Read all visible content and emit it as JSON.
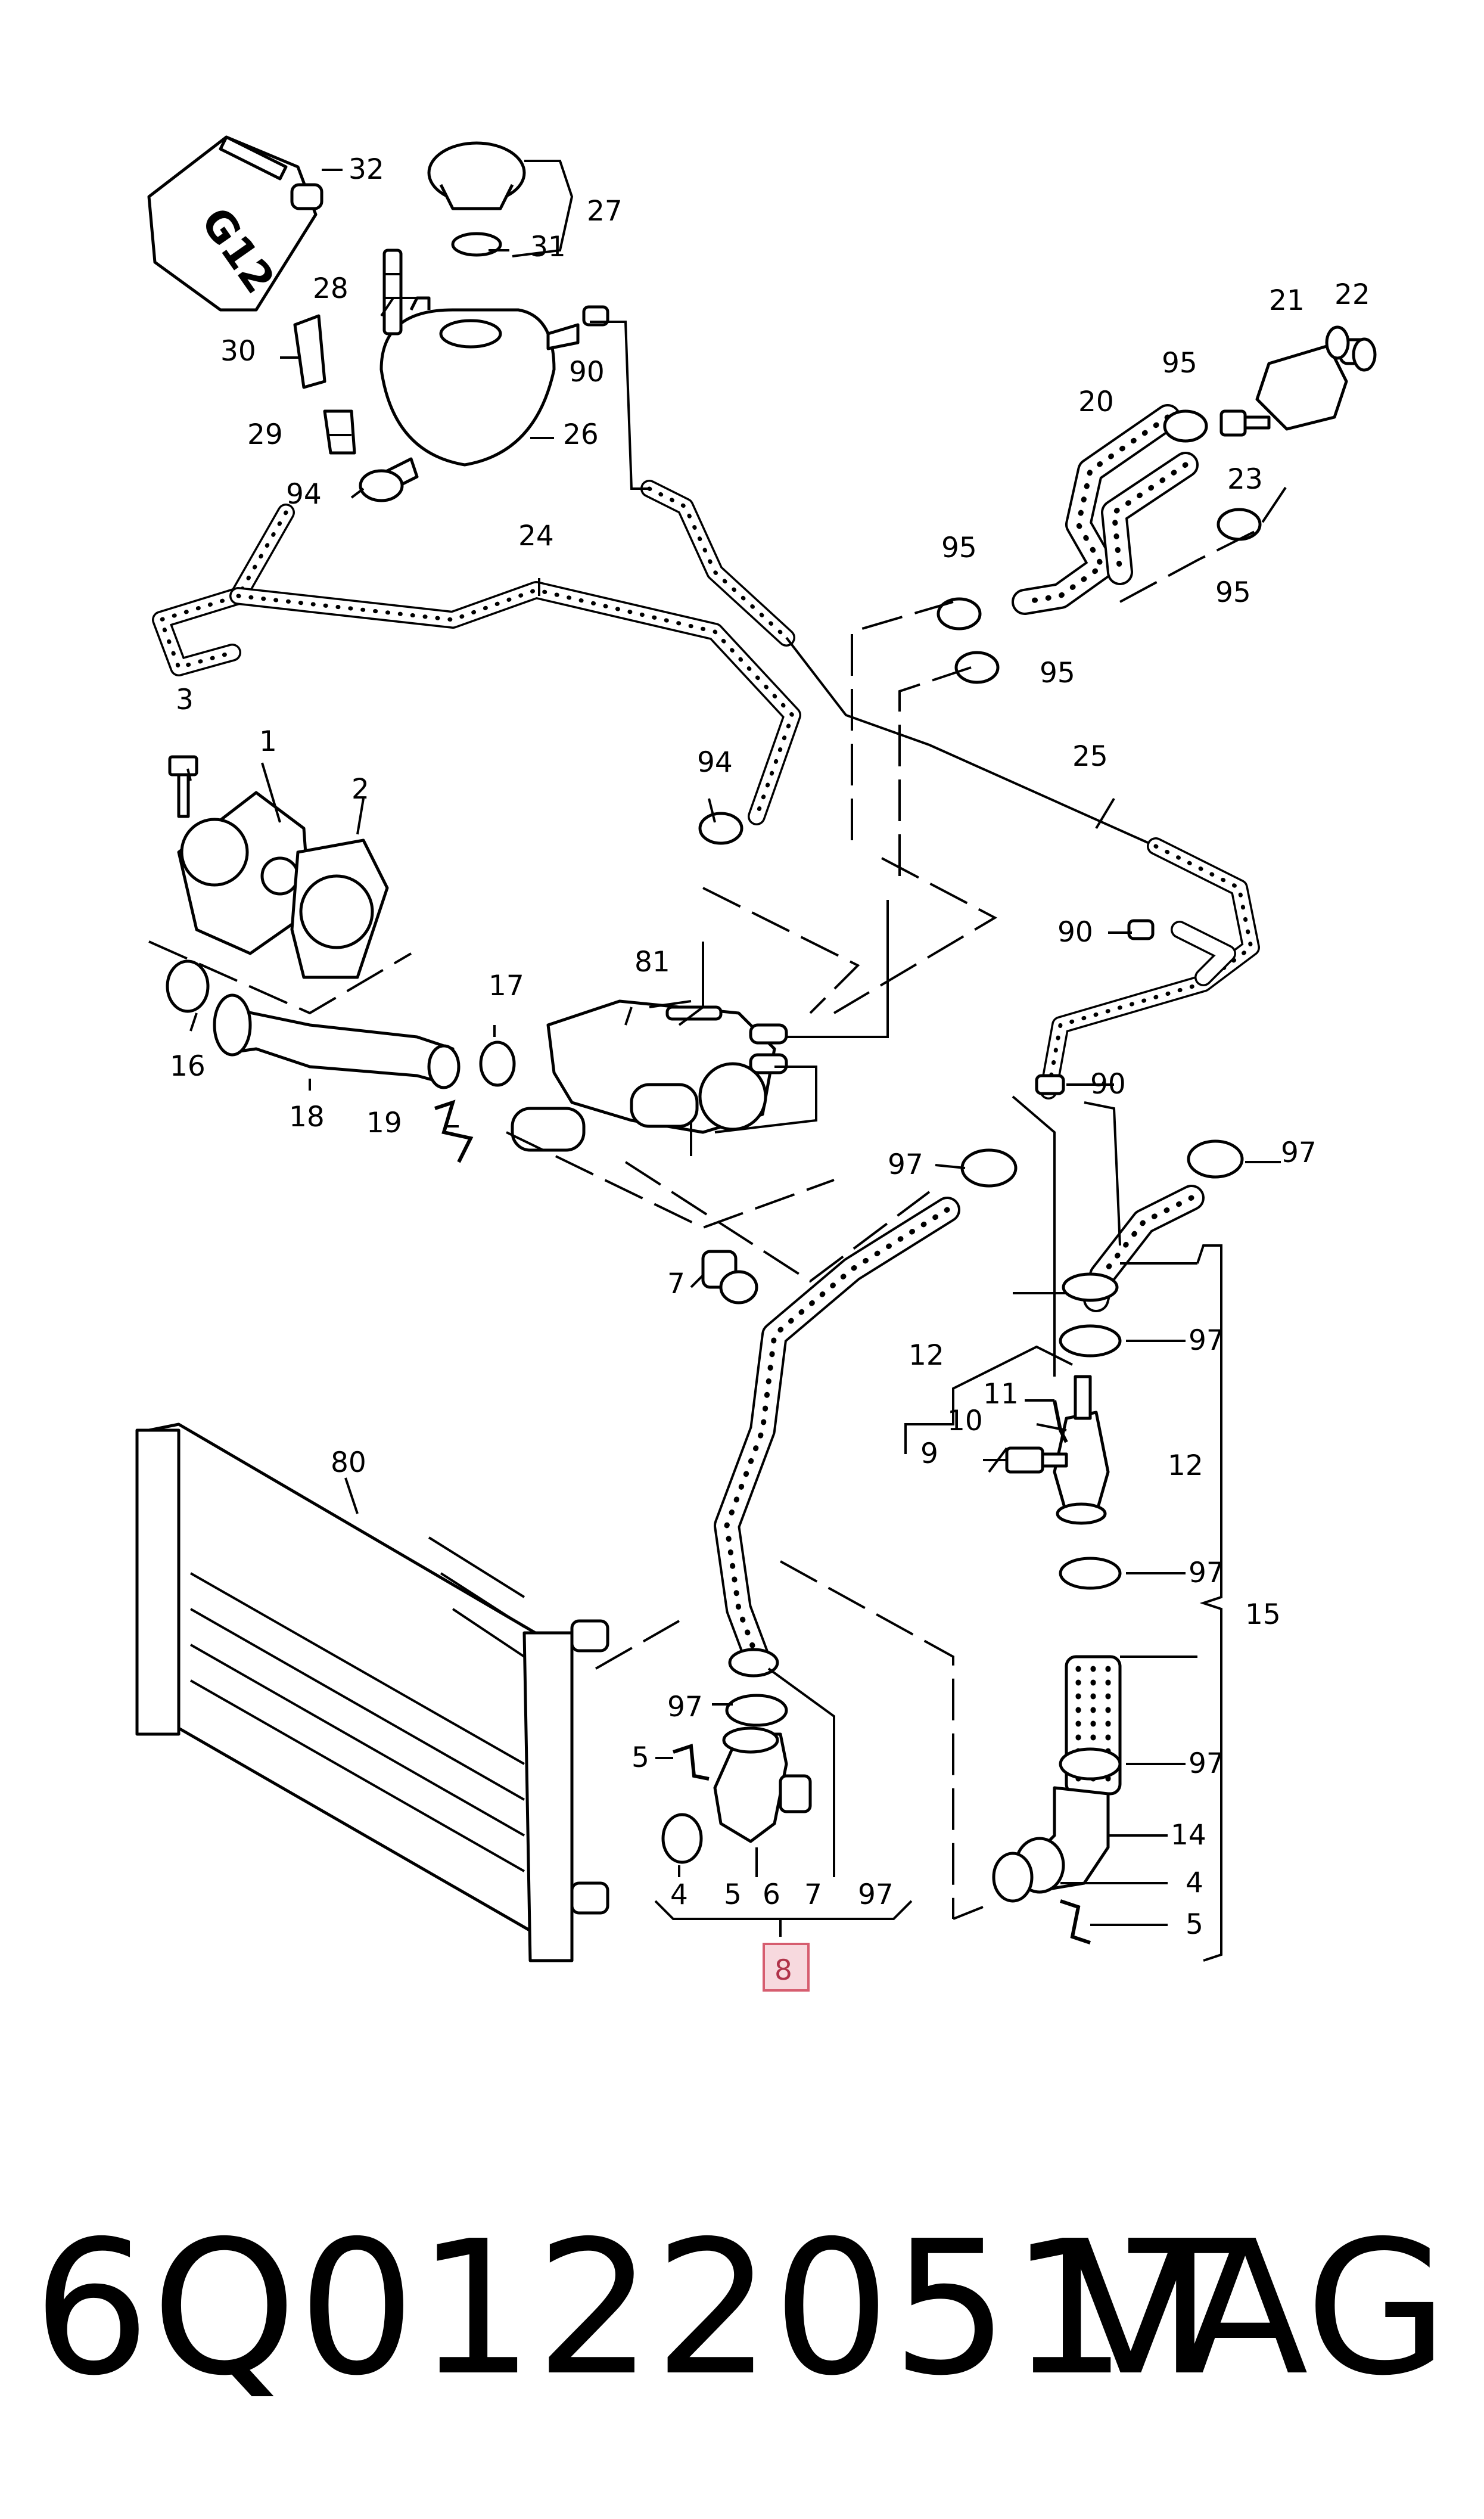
{
  "labels": {
    "p1": "1",
    "p2": "2",
    "p3": "3",
    "p4a": "4",
    "p4b": "4",
    "p5a": "5",
    "p5b": "5",
    "p5c": "5",
    "p6": "6",
    "p7a": "7",
    "p7b": "7",
    "p8": "8",
    "p9": "9",
    "p10": "10",
    "p11": "11",
    "p12a": "12",
    "p12b": "12",
    "p14": "14",
    "p15": "15",
    "p16": "16",
    "p17": "17",
    "p18": "18",
    "p19": "19",
    "p20": "20",
    "p21": "21",
    "p22": "22",
    "p23": "23",
    "p24": "24",
    "p25": "25",
    "p26": "26",
    "p27": "27",
    "p28": "28",
    "p29": "29",
    "p30": "30",
    "p31": "31",
    "p32": "32",
    "p80": "80",
    "p81": "81",
    "p90a": "90",
    "p90b": "90",
    "p90c": "90",
    "p94a": "94",
    "p94b": "94",
    "p95a": "95",
    "p95b": "95",
    "p95c": "95",
    "p95d": "95",
    "p97a": "97",
    "p97b": "97",
    "p97c": "97",
    "p97d": "97",
    "p97e": "97",
    "p97f": "97",
    "p97g": "97"
  },
  "canister_label": "G12",
  "footer": {
    "part_number": "6Q0122051T",
    "brand": "VAG"
  },
  "colors": {
    "highlight_fill": "#f7d9de",
    "highlight_stroke": "#d65d6f"
  }
}
